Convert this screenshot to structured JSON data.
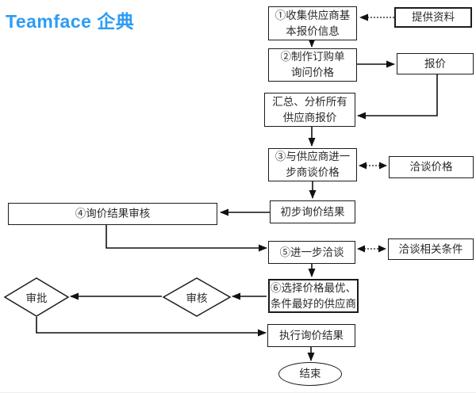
{
  "logo": {
    "text": "Teamface 企典",
    "color": "#2d9cf4"
  },
  "colors": {
    "line": "#1a1a1a",
    "box_border": "#1c1c1c",
    "background": "#ffffff"
  },
  "nodes": {
    "collect": {
      "label": "①收集供应商基\n本报价信息"
    },
    "order": {
      "label": "②制作订购单\n询问价格"
    },
    "summarize": {
      "label": "汇总、分析所有\n供应商报价"
    },
    "discuss": {
      "label": "③与供应商进一\n步商谈价格"
    },
    "initial_result": {
      "label": "初步询价结果"
    },
    "review": {
      "label": "④询价结果审核"
    },
    "further_talk": {
      "label": "⑤进一步洽谈"
    },
    "select_supplier": {
      "label": "⑥选择价格最优、\n条件最好的供应商"
    },
    "execute": {
      "label": "执行询价结果"
    },
    "end": {
      "label": "结束"
    },
    "approve": {
      "label": "审批"
    },
    "audit": {
      "label": "审核"
    },
    "provide_info": {
      "label": "提供资料"
    },
    "quote": {
      "label": "报价"
    },
    "talk_price": {
      "label": "洽谈价格"
    },
    "talk_terms": {
      "label": "洽谈相关条件"
    }
  }
}
